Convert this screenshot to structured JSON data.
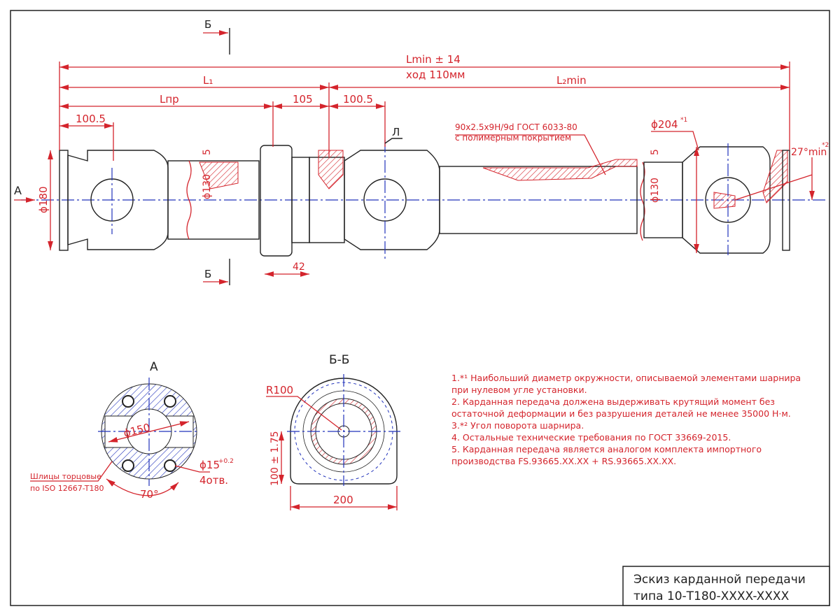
{
  "dimensions": {
    "lmin": "Lmin ± 14",
    "stroke": "ход 110мм",
    "l1": "L₁",
    "l2min": "L₂min",
    "lnp": "Lпр",
    "d105": "105",
    "d100_5a": "100.5",
    "d100_5b": "100.5",
    "d180": "ϕ180",
    "d5a": "5",
    "d130a": "ϕ130",
    "d42": "42",
    "d5b": "5",
    "d130b": "ϕ130",
    "d204": "ϕ204",
    "d204_note": "*1",
    "angle": "27°min",
    "angle_note": "*2",
    "spline_line1": "90x2.5x9H/9d ГОСТ 6033-80",
    "spline_line2": "с полимерным покрытием",
    "view_a_arrow": "А",
    "section_b_top": "Б",
    "section_b_bottom": "Б",
    "mark_l": "Л"
  },
  "view_a": {
    "title": "А",
    "d150": "ϕ150",
    "d15": "ϕ15",
    "d15_tol": "+0.2",
    "holes": "4отв.",
    "angle70": "70°",
    "splines_line1": "Шлицы торцовые",
    "splines_line2": "по ISO 12667-T180"
  },
  "section_bb": {
    "title": "Б-Б",
    "r100": "R100",
    "h100": "100 ± 1.75",
    "w200": "200"
  },
  "notes": [
    "1.*¹ Наибольший диаметр окружности, описываемой элементами шарнира",
    "при нулевом угле установки.",
    "2. Карданная передача должена выдерживать крутящий момент без",
    "остаточной деформации и без разрушения деталей не менее 35000 Н·м.",
    "3.*² Угол поворота шарнира.",
    "4. Остальные технические требования по ГОСТ 33669-2015.",
    "5. Карданная передача является аналогом комплекта импортного",
    "производства FS.93665.XX.XX + RS.93665.XX.XX."
  ],
  "title_block": {
    "line1": "Эскиз карданной передачи",
    "line2": "типа 10-Т180-XXXX-XXXX"
  },
  "colors": {
    "dimension": "#d4242c",
    "centerline": "#2233bb",
    "outline": "#222222"
  }
}
